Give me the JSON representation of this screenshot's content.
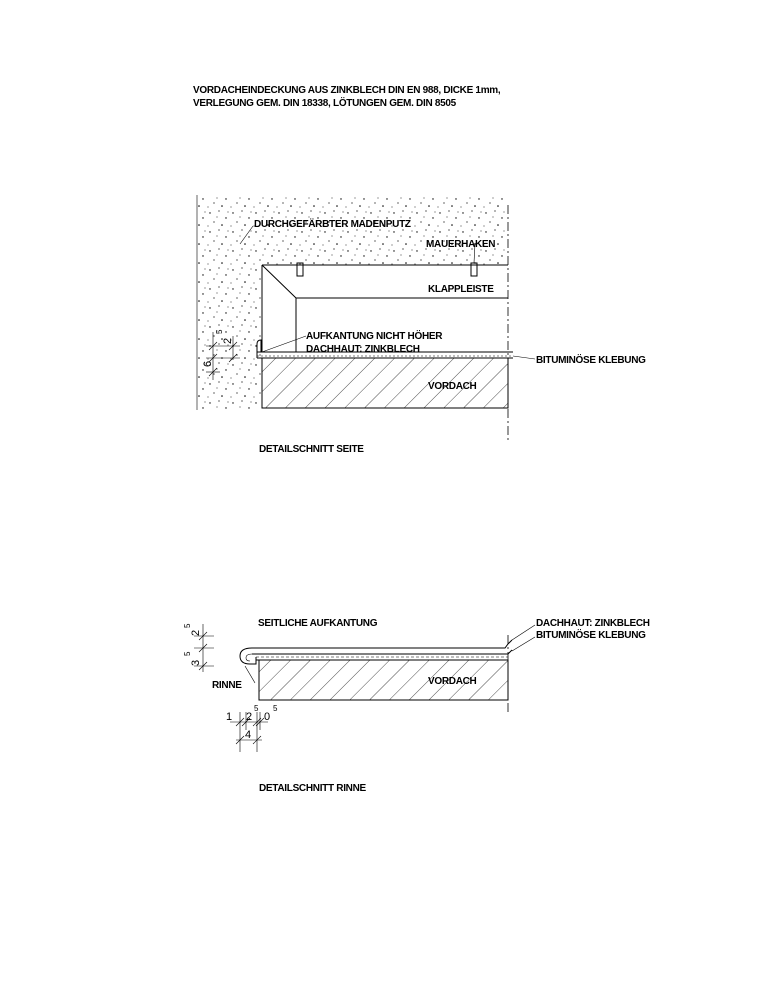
{
  "title_lines": [
    "VORDACHEINDECKUNG AUS ZINKBLECH DIN EN 988, DICKE 1mm,",
    "VERLEGUNG GEM.  DIN 18338, LÖTUNGEN GEM. DIN 8505"
  ],
  "detail_side": {
    "caption": "DETAILSCHNITT SEITE",
    "label_putz": "DURCHGEFÄRBTER MADENPUTZ",
    "label_mauerhaken": "MAUERHAKEN",
    "label_klappleiste": "KLAPPLEISTE",
    "label_aufkantung": "AUFKANTUNG NICHT HÖHER",
    "label_dachhaut": "DACHHAUT: ZINKBLECH",
    "label_bitumen": "BITUMINÖSE KLEBUNG",
    "label_vordach": "VORDACH",
    "dim_6": "6",
    "dim_2": "2",
    "dim_5": "5"
  },
  "detail_rinne": {
    "caption": "DETAILSCHNITT RINNE",
    "label_aufkantung": "SEITLICHE AUFKANTUNG",
    "label_dachhaut": "DACHHAUT: ZINKBLECH",
    "label_bitumen": "BITUMINÖSE KLEBUNG",
    "label_vordach": "VORDACH",
    "label_rinne": "RINNE",
    "dim_2": "2",
    "dim_5a": "5",
    "dim_3": "3",
    "dim_5b": "5",
    "dim_1": "1",
    "dim_2b": "2",
    "dim_5c": "5",
    "dim_0": "0",
    "dim_5d": "5",
    "dim_4": "4"
  },
  "colors": {
    "ink": "#000000",
    "paper": "#ffffff"
  }
}
